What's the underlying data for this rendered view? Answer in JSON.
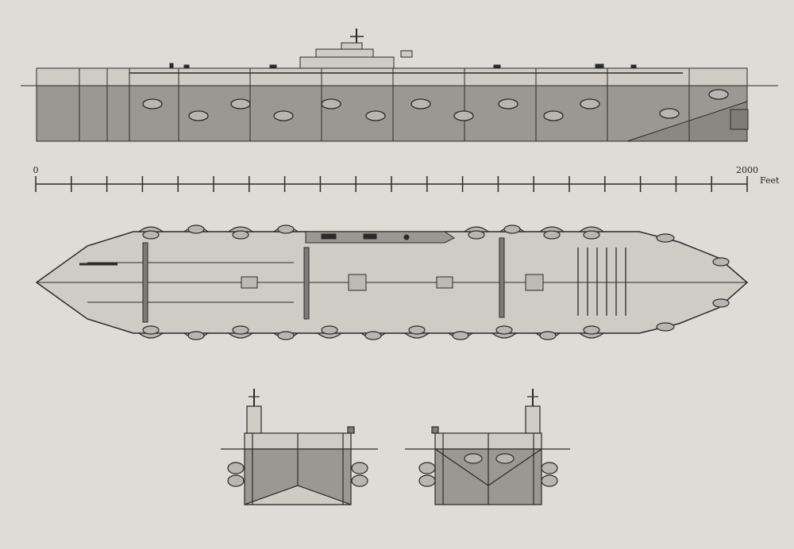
{
  "scale_bar": {
    "start_label": "0",
    "end_label": "2000",
    "unit_label": "Feet",
    "start_value": 0,
    "end_value": 2000
  },
  "colors": {
    "background": "#dedcd6",
    "deck": "#cfccc5",
    "hull": "#9a9892",
    "ink": "#2a2a2a"
  }
}
